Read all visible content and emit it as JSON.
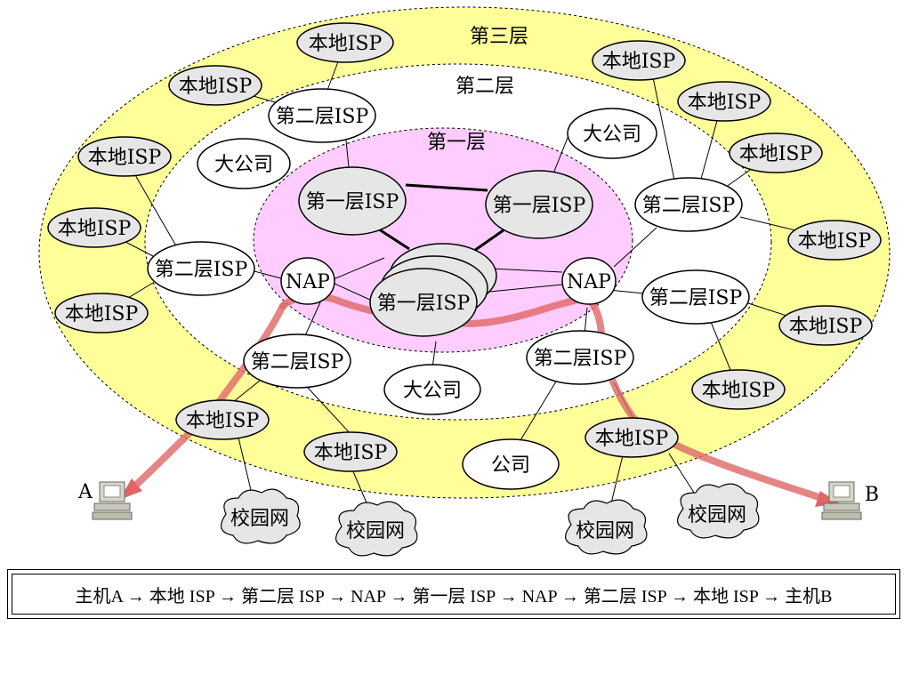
{
  "layers": {
    "tier3": "第三层",
    "tier2": "第二层",
    "tier1": "第一层"
  },
  "labels": {
    "local_isp": "本地ISP",
    "tier2_isp": "第二层ISP",
    "tier1_isp": "第一层ISP",
    "nap": "NAP",
    "big_company": "大公司",
    "company": "公司",
    "campus_net": "校园网",
    "host_a": "A",
    "host_b": "B"
  },
  "caption": "主机A → 本地 ISP → 第二层 ISP → NAP → 第一层 ISP → NAP → 第二层 ISP → 本地 ISP → 主机B",
  "colors": {
    "tier3_fill": "#ffff99",
    "tier1_fill": "#ffccff",
    "node_fill": "#e6e6e6",
    "path": "#e06666"
  }
}
